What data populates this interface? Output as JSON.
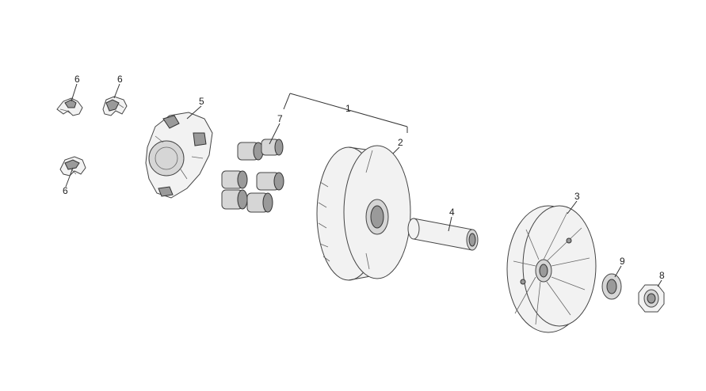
{
  "callouts": {
    "c1": "1",
    "c2": "2",
    "c3": "3",
    "c4": "4",
    "c5": "5",
    "c6a": "6",
    "c6b": "6",
    "c6c": "6",
    "c7": "7",
    "c8": "8",
    "c9": "9"
  }
}
